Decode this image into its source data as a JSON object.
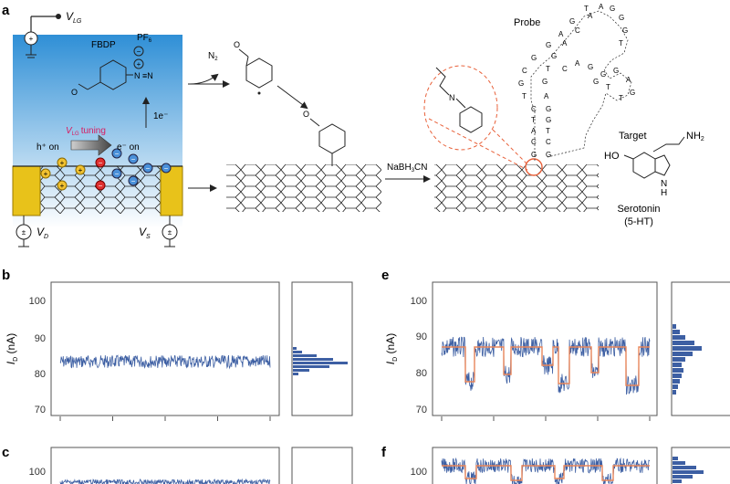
{
  "panel_a": {
    "letter": "a",
    "v_lg_label": "V",
    "v_lg_sub": "LG",
    "fbdp_label": "FBDP",
    "pf6_label": "PF",
    "pf6_sub": "6",
    "minus_sign": "−",
    "plus_sign": "+",
    "diazo_n": "N",
    "diazo_triple": "≡N",
    "electron_label": "1e⁻",
    "tuning_label": "V",
    "tuning_sub": "LG",
    "tuning_word": "tuning",
    "hole_label": "h⁺ on",
    "electron_on_label": "e⁻ on",
    "vd_label": "V",
    "vd_sub": "D",
    "vs_label": "V",
    "vs_sub": "S",
    "n2_label": "N",
    "n2_sub": "2",
    "reagent_label": "NaBH",
    "reagent_sub": "3",
    "reagent_suffix": "CN",
    "probe_label": "Probe",
    "target_label": "Target",
    "ho_label": "HO",
    "nh2_label": "NH",
    "nh2_sub": "2",
    "nh_label": "N",
    "nh_h": "H",
    "serotonin_label": "Serotonin",
    "serotonin_abbr": "(5-HT)",
    "colors": {
      "gradient_top": "#2f8fd6",
      "gradient_bottom": "#ffffff",
      "electrode": "#e8c21a",
      "hole": "#f2c230",
      "electron": "#4a90d9",
      "red_dot": "#e03030",
      "tuning": "#d81b60",
      "dashed_circle": "#e8613a"
    }
  },
  "panel_b": {
    "letter": "b",
    "ylabel": "I",
    "ylabel_sub": "D",
    "ylabel_unit": " (nA)",
    "yticks": [
      "100",
      "90",
      "80",
      "70"
    ]
  },
  "panel_c": {
    "letter": "c",
    "yticks": [
      "100"
    ]
  },
  "panel_e": {
    "letter": "e",
    "ylabel": "I",
    "ylabel_sub": "D",
    "ylabel_unit": " (nA)",
    "yticks": [
      "100",
      "90",
      "80",
      "70"
    ]
  },
  "panel_f": {
    "letter": "f",
    "yticks": [
      "100"
    ]
  },
  "trace_colors": {
    "trace": "#3d5fa3",
    "fit": "#e8855a"
  }
}
